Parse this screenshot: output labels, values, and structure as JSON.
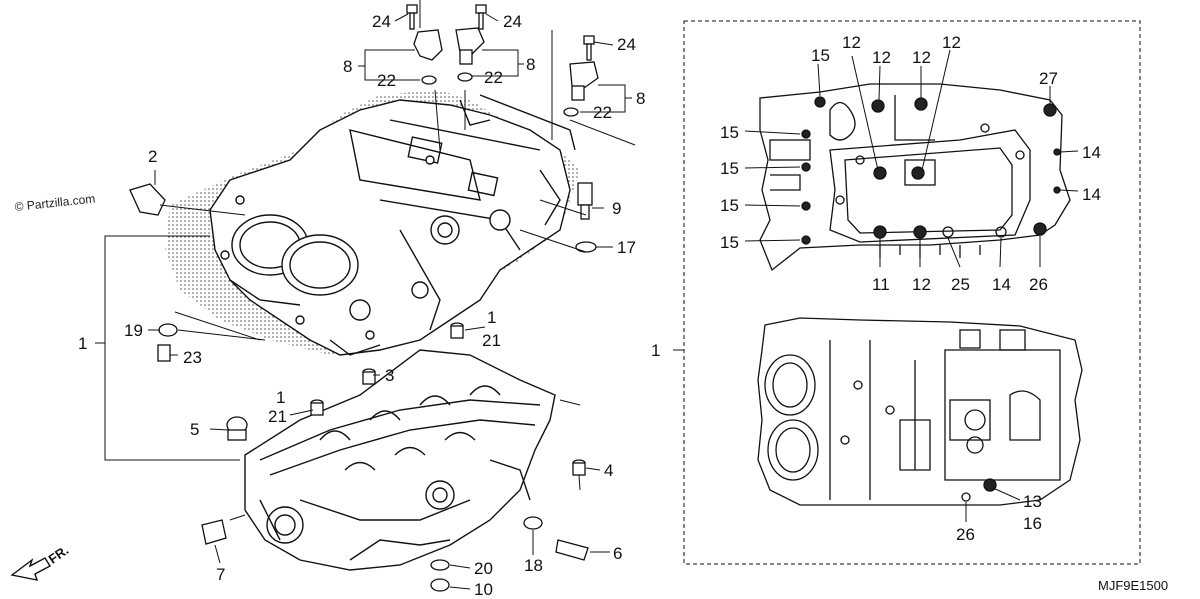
{
  "watermark": "© Partzilla.com",
  "diagram_code": "MJF9E1500",
  "front_marker": "FR.",
  "callouts_left": [
    "24",
    "24",
    "24",
    "8",
    "8",
    "8",
    "22",
    "22",
    "22",
    "2",
    "9",
    "17",
    "1",
    "1",
    "19",
    "23",
    "3",
    "1",
    "21",
    "21",
    "5",
    "4",
    "7",
    "20",
    "10",
    "18",
    "6"
  ],
  "callouts_right": [
    "15",
    "12",
    "12",
    "12",
    "12",
    "27",
    "15",
    "14",
    "15",
    "14",
    "15",
    "15",
    "11",
    "12",
    "25",
    "14",
    "26",
    "1",
    "13",
    "16",
    "26"
  ]
}
